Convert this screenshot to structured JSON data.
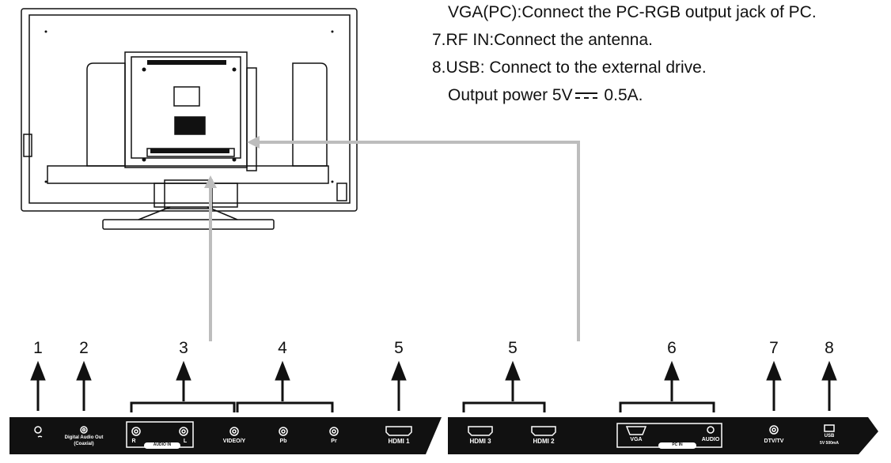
{
  "text_lines": {
    "vga": "VGA(PC):Connect the PC-RGB output jack of PC.",
    "rf": "7.RF IN:Connect the antenna.",
    "usb": "8.USB: Connect to the external drive.",
    "power_prefix": "Output power 5V",
    "power_suffix": " 0.5A."
  },
  "callout_numbers": [
    "1",
    "2",
    "3",
    "4",
    "5",
    "5",
    "6",
    "7",
    "8"
  ],
  "panel_left": {
    "digital_audio": "Digital Audio Out",
    "coaxial": "(Coaxial)",
    "audio_r": "R",
    "audio_l": "L",
    "audio_in": "AUDIO IN",
    "video": "VIDEO/Y",
    "pb": "Pb",
    "pr": "Pr",
    "hdmi1": "HDMI 1"
  },
  "panel_right": {
    "hdmi3": "HDMI 3",
    "hdmi2": "HDMI 2",
    "vga": "VGA",
    "pcin": "PC IN",
    "audio": "AUDIO",
    "dtv": "DTV/TV",
    "usb": "USB",
    "usb_rating": "5V 500mA"
  }
}
